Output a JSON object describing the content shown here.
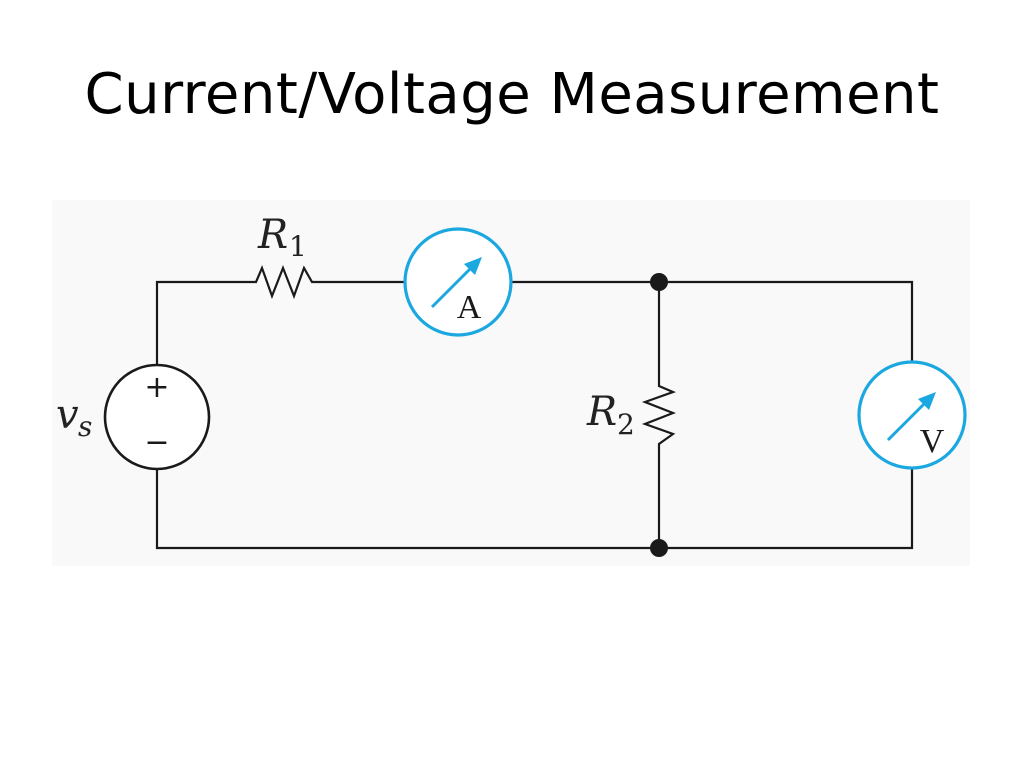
{
  "slide": {
    "title": "Current/Voltage Measurement"
  },
  "circuit": {
    "source": {
      "symbol": "v",
      "subscript": "s",
      "plus": "+",
      "minus": "−"
    },
    "r1": {
      "symbol": "R",
      "subscript": "1"
    },
    "r2": {
      "symbol": "R",
      "subscript": "2"
    },
    "ammeter": {
      "letter": "A"
    },
    "voltmeter": {
      "letter": "V"
    }
  },
  "colors": {
    "meter": "#1ba7e0",
    "wire": "#1a1a1a"
  }
}
